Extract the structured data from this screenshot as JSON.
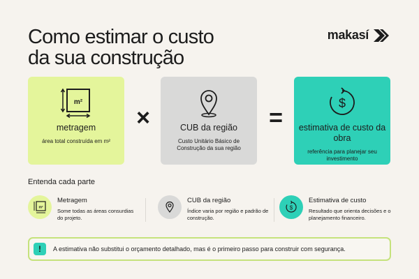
{
  "title": {
    "line1": "Como estimar o custo",
    "line2": "da sua construção"
  },
  "logo": {
    "text": "makasí",
    "icon": "makasi-mark-icon"
  },
  "cards": [
    {
      "icon": "floor-area-icon",
      "icon_label": "m²",
      "title": "metragem",
      "subtitle": "área total construída em m²",
      "color": "#e4f59b"
    },
    {
      "icon": "location-pin-icon",
      "title": "CUB da região",
      "subtitle": "Custo Unitário Básico de Construção da sua região",
      "color": "#d9d9d8"
    },
    {
      "icon": "dollar-refresh-icon",
      "title": "estimativa de custo da obra",
      "subtitle": "referência para planejar seu investimento",
      "color": "#2ed0b7"
    }
  ],
  "operators": {
    "multiply": "×",
    "equals": "="
  },
  "section_label": "Entenda cada parte",
  "parts": [
    {
      "icon": "floor-area-icon",
      "icon_label": "m²",
      "title": "Metragem",
      "description": "Some todas as áreas consurdias do projeto.",
      "color": "#e4f59b"
    },
    {
      "icon": "location-pin-icon",
      "title": "CUB da região",
      "description": "Índice varia por região e padrão de construção.",
      "color": "#d9d9d8"
    },
    {
      "icon": "dollar-refresh-icon",
      "title": "Estimativa de custo",
      "description": "Resultado que orienta decisões e o planejamento financeiro.",
      "color": "#2ed0b7"
    }
  ],
  "notice": {
    "icon": "alert-icon",
    "icon_glyph": "!",
    "text": "A estimativa não substitui o orçamento detalhado, mas é o primeiro passo para construir com segurança.",
    "border_color": "#c5e27c"
  }
}
